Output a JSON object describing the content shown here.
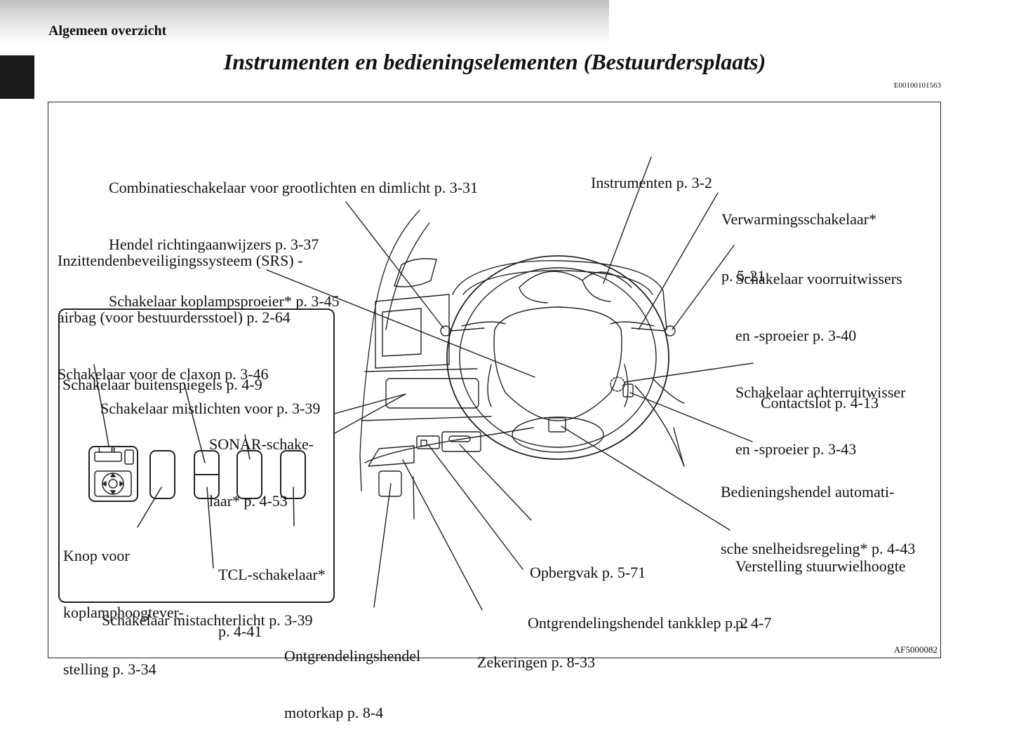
{
  "header": {
    "section": "Algemeen overzicht",
    "title": "Instrumenten en bedieningselementen (Bestuurdersplaats)",
    "doc_code": "E00100101563"
  },
  "figure": {
    "code": "AF5000082",
    "callouts": {
      "combination_switch": [
        "Combinatieschakelaar voor grootlichten en dimlicht p. 3-31",
        "Hendel richtingaanwijzers p. 3-37",
        "Schakelaar koplampsproeier* p. 3-45"
      ],
      "instruments": [
        "Instrumenten p. 3-2"
      ],
      "heater_switch": [
        "Verwarmingsschakelaar*",
        "p. 5-21"
      ],
      "srs_airbag": [
        "Inzittendenbeveiligingssysteem (SRS) -",
        "airbag (voor bestuurdersstoel) p. 2-64",
        "Schakelaar voor de claxon p. 3-46"
      ],
      "wiper_switch": [
        "Schakelaar voorruitwissers",
        "en -sproeier p. 3-40",
        "Schakelaar achterruitwisser",
        "en -sproeier p. 3-43"
      ],
      "ignition": [
        "Contactslot p. 4-13"
      ],
      "cruise_control": [
        "Bedieningshendel automati-",
        "sche snelheidsregeling* p. 4-43"
      ],
      "steering_height": [
        "Verstelling stuurwielhoogte",
        "p. 4-7"
      ],
      "storage": [
        "Opbergvak p. 5-71"
      ],
      "fuel_lid": [
        "Ontgrendelingshendel tankklep p. 2"
      ],
      "fuses": [
        "Zekeringen p. 8-33"
      ],
      "hood_release": [
        "Ontgrendelingshendel",
        "motorkap p. 8-4"
      ]
    },
    "inset": {
      "mirror_switch": [
        "Schakelaar buitenspiegels p. 4-9"
      ],
      "front_fog": [
        "Schakelaar mistlichten voor p. 3-39"
      ],
      "sonar": [
        "SONAR-schake-",
        "laar* p. 4-53"
      ],
      "headlamp_level": [
        "Knop voor",
        "koplamphoogtever-",
        "stelling p. 3-34"
      ],
      "tcl": [
        "TCL-schakelaar*",
        "p. 4-41"
      ],
      "rear_fog": [
        "Schakelaar mistachterlicht p. 3-39"
      ],
      "mirror_symbols": [
        "L",
        "R"
      ]
    }
  }
}
